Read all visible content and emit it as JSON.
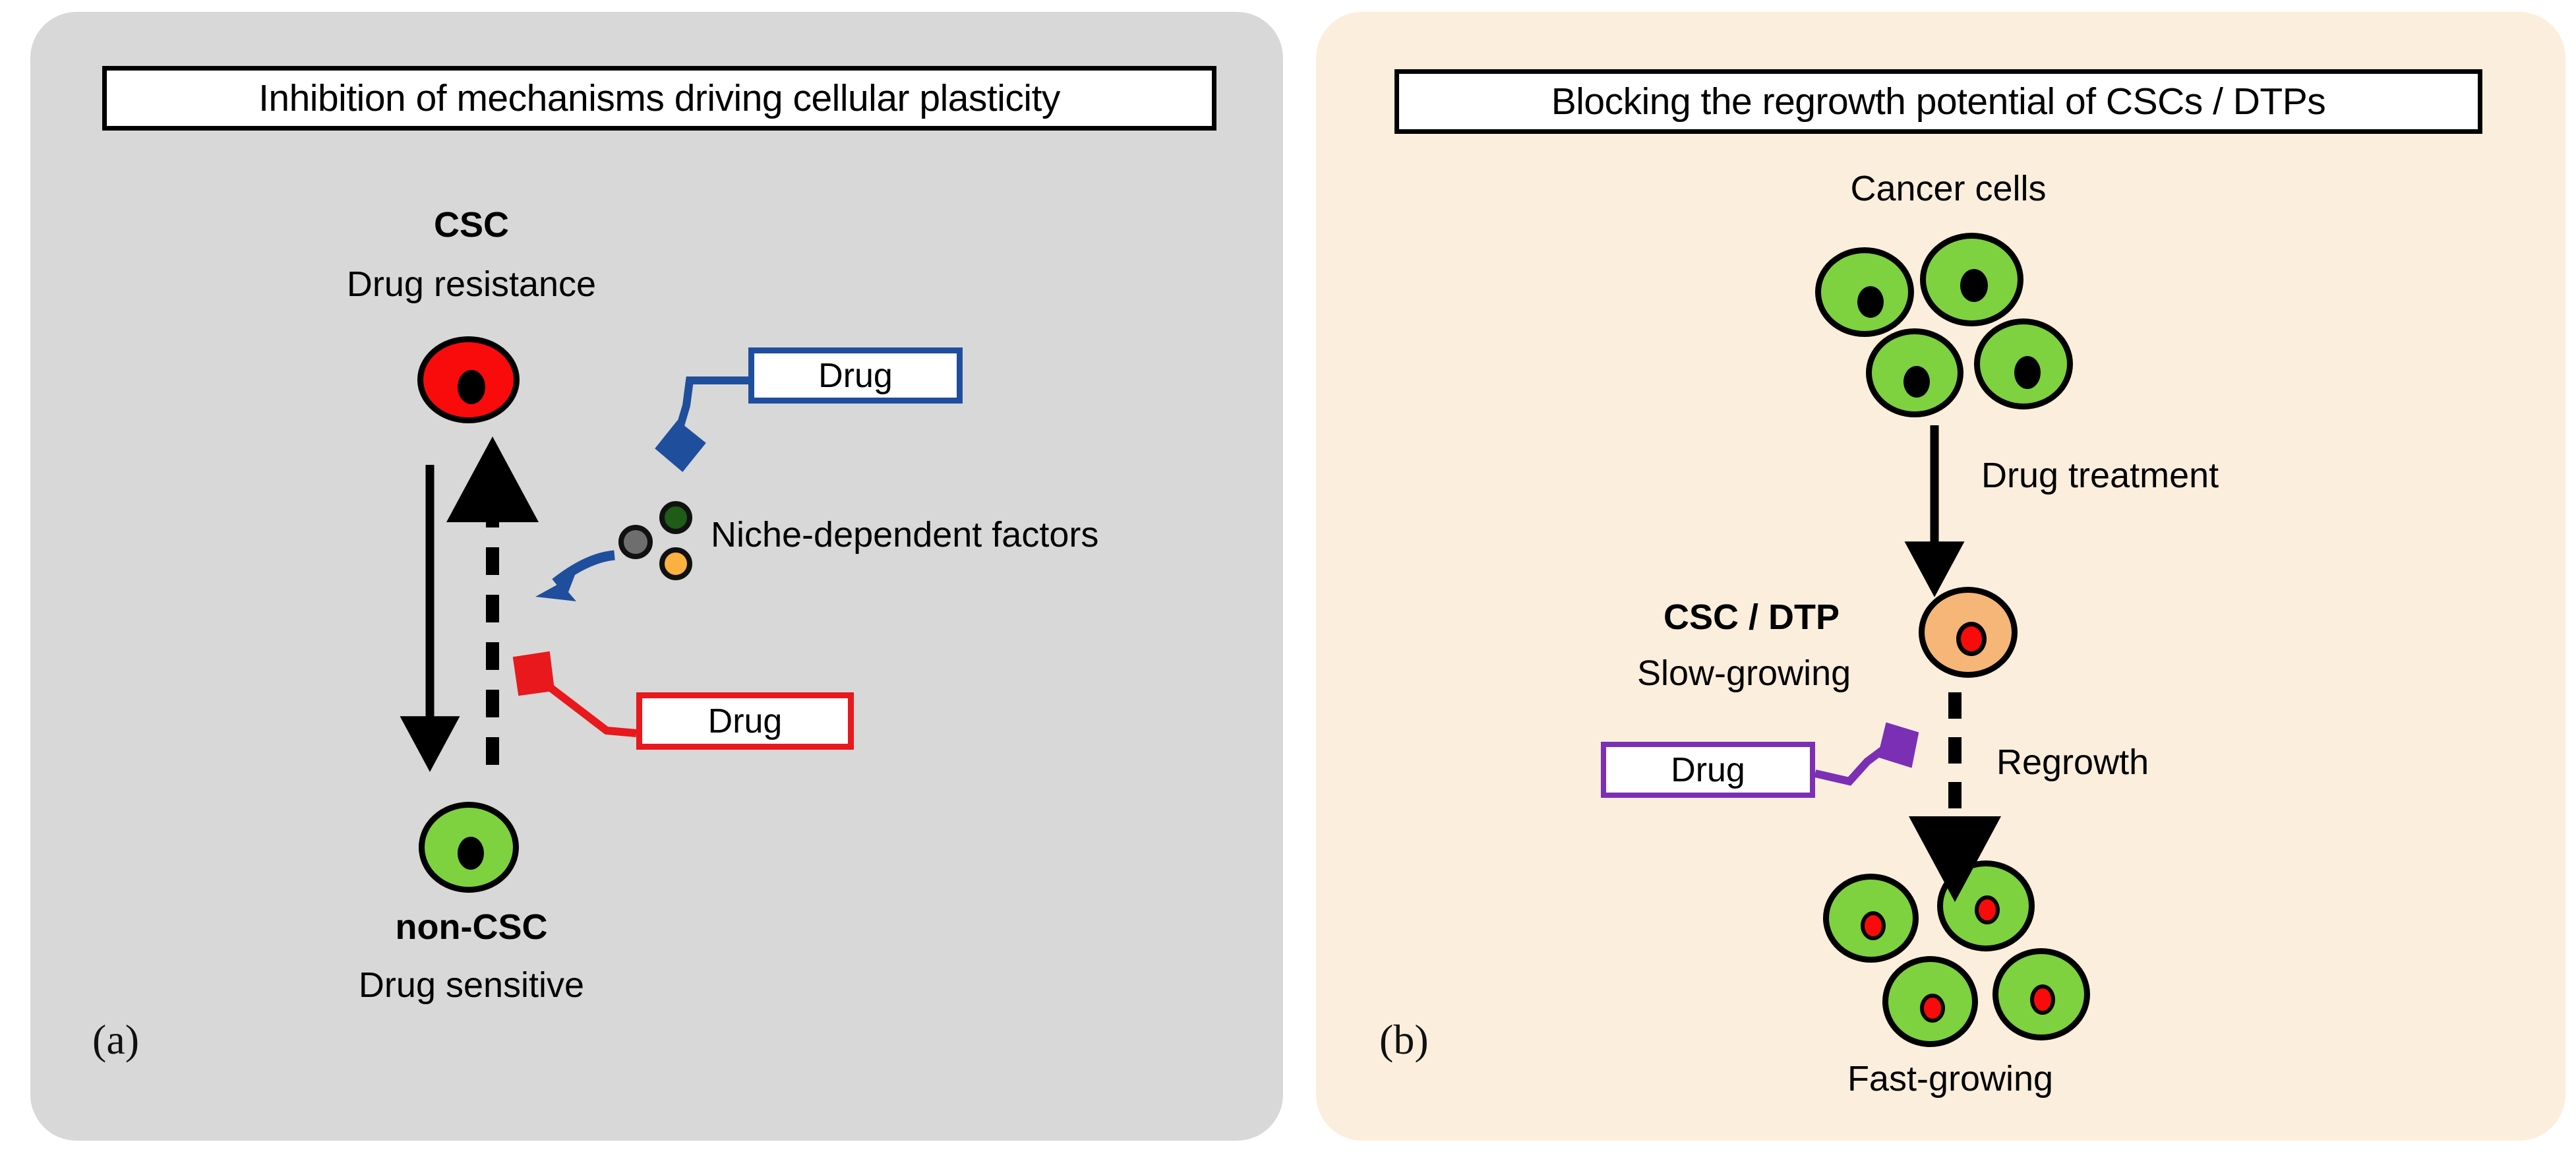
{
  "figure": {
    "panels": [
      {
        "letter": "(a)",
        "title": "Inhibition of mechanisms driving cellular plasticity",
        "background_color": "#d8d8d8",
        "labels": {
          "csc_name": "CSC",
          "csc_state": "Drug resistance",
          "noncsc_name": "non-CSC",
          "noncsc_state": "Drug sensitive",
          "niche": "Niche-dependent factors",
          "drug_blue": "Drug",
          "drug_red": "Drug"
        },
        "cells": [
          {
            "name": "csc-cell",
            "fill": "#f90b0b",
            "nucleus_fill": "#000000"
          },
          {
            "name": "non-csc-cell",
            "fill": "#7ed13f",
            "nucleus_fill": "#000000"
          }
        ],
        "niche_factors": [
          {
            "name": "niche-factor-gray",
            "color": "#6e6e6e"
          },
          {
            "name": "niche-factor-green",
            "color": "#1e5c18"
          },
          {
            "name": "niche-factor-orange",
            "color": "#fbb040"
          }
        ],
        "accents": {
          "blue": "#1f4e9c",
          "red": "#e8181c"
        }
      },
      {
        "letter": "(b)",
        "title": "Blocking the regrowth potential of CSCs / DTPs",
        "background_color": "#fceedd",
        "labels": {
          "cancer_cells": "Cancer cells",
          "drug_treatment": "Drug treatment",
          "csc_dtp_name": "CSC / DTP",
          "csc_dtp_state": "Slow-growing",
          "regrowth": "Regrowth",
          "fast_growing": "Fast-growing",
          "drug_purple": "Drug"
        },
        "cells": {
          "cancer_cluster": {
            "count": 4,
            "fill": "#7ed13f",
            "nucleus_fill": "#000000"
          },
          "csc_dtp": {
            "fill": "#f5b678",
            "nucleus_fill": "#f90b0b"
          },
          "fast_cluster": {
            "count": 4,
            "fill": "#7ed13f",
            "nucleus_fill": "#f90b0b"
          }
        },
        "accents": {
          "purple": "#7b2fb5"
        }
      }
    ]
  }
}
